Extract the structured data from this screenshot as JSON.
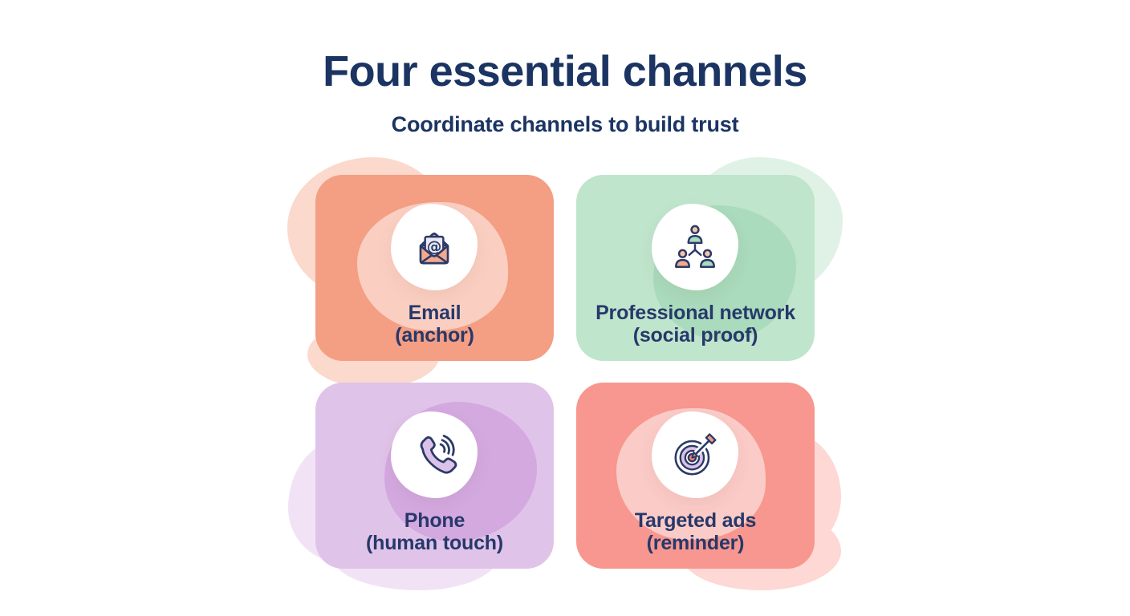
{
  "page": {
    "title": "Four essential channels",
    "subtitle": "Coordinate channels to build trust"
  },
  "colors": {
    "background": "#FFFFFF",
    "title_text": "#1B3462",
    "label_text": "#27386A",
    "icon_stroke": "#2B3A67",
    "icon_salmon": "#F4A98E",
    "icon_mint": "#A7DCC0",
    "icon_lavender": "#DCC2E8"
  },
  "cards": [
    {
      "id": "email",
      "label_line1": "Email",
      "label_line2": "(anchor)",
      "icon": "email-envelope-icon",
      "card_color": "#F49E83",
      "halo_color": "#FBD9CD",
      "accent_color": "rgba(255,255,255,0.5)"
    },
    {
      "id": "professional-network",
      "label_line1": "Professional network",
      "label_line2": "(social proof)",
      "icon": "network-people-icon",
      "card_color": "#BFE5CC",
      "halo_color": "#DFF2E5",
      "accent_color": "#A9DBBC"
    },
    {
      "id": "phone",
      "label_line1": "Phone",
      "label_line2": "(human touch)",
      "icon": "phone-handset-icon",
      "card_color": "#E0C3E9",
      "halo_color": "#F1E3F5",
      "accent_color": "#D3A9E0"
    },
    {
      "id": "targeted-ads",
      "label_line1": "Targeted ads",
      "label_line2": "(reminder)",
      "icon": "target-arrow-icon",
      "card_color": "#F7978F",
      "halo_color": "#FDD8D4",
      "accent_color": "rgba(255,255,255,0.5)"
    }
  ]
}
